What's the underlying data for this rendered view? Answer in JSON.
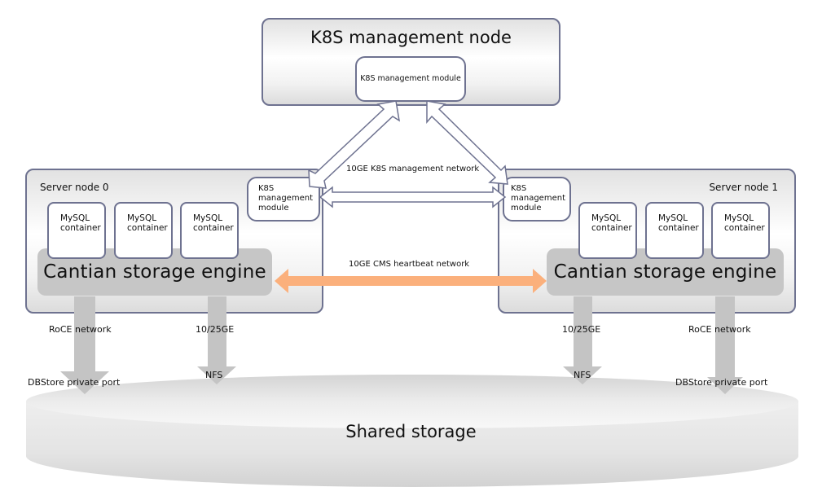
{
  "management_node": {
    "title": "K8S management node",
    "module": "K8S management module"
  },
  "k8s_network_label": "10GE K8S management network",
  "cms_network_label": "10GE CMS heartbeat network",
  "server_nodes": [
    {
      "title": "Server node 0",
      "k8s_module": [
        "K8S",
        "management",
        "module"
      ],
      "containers": [
        {
          "line1": "MySQL",
          "line2": "container"
        },
        {
          "line1": "MySQL",
          "line2": "container"
        },
        {
          "line1": "MySQL",
          "line2": "container"
        }
      ],
      "engine": "Cantian storage engine",
      "links": [
        {
          "top_label": "RoCE network",
          "bottom_label": "DBStore private port"
        },
        {
          "top_label": "10/25GE",
          "bottom_label": "NFS"
        }
      ]
    },
    {
      "title": "Server node 1",
      "k8s_module": [
        "K8S",
        "management",
        "module"
      ],
      "containers": [
        {
          "line1": "MySQL",
          "line2": "container"
        },
        {
          "line1": "MySQL",
          "line2": "container"
        },
        {
          "line1": "MySQL",
          "line2": "container"
        }
      ],
      "engine": "Cantian storage engine",
      "links": [
        {
          "top_label": "10/25GE",
          "bottom_label": "NFS"
        },
        {
          "top_label": "RoCE network",
          "bottom_label": "DBStore private port"
        }
      ]
    }
  ],
  "shared_storage": "Shared storage",
  "colors": {
    "border": "#6e7290",
    "engine_fill": "#c6c6c6",
    "heartbeat_arrow": "#fbb07c",
    "storage_arrow": "#c4c4c4"
  }
}
